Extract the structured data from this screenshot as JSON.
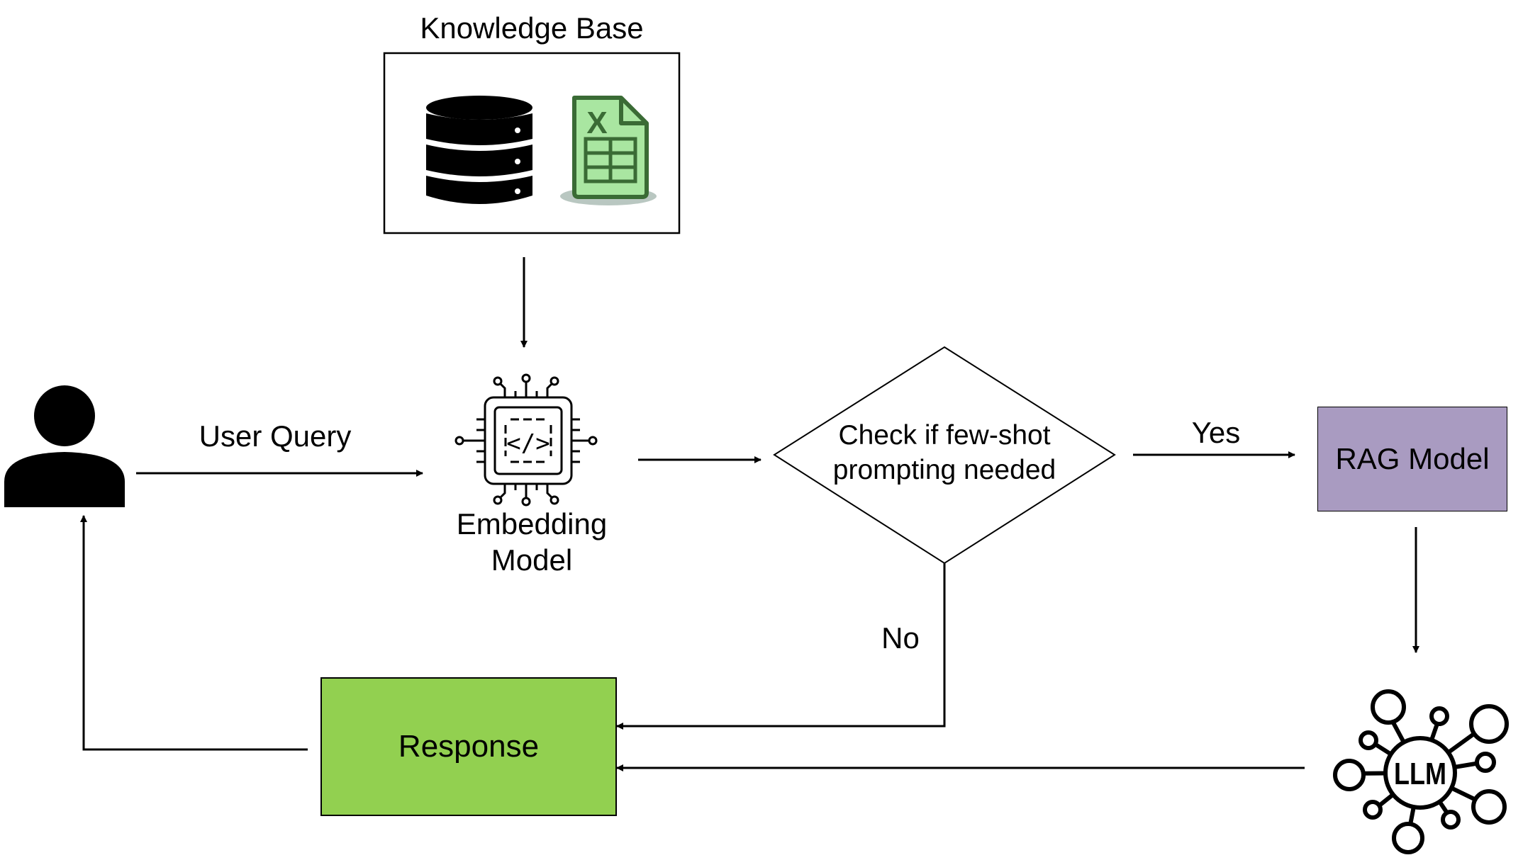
{
  "knowledge_base": {
    "title": "Knowledge Base"
  },
  "user": {
    "query_label": "User Query"
  },
  "embedding": {
    "label_line1": "Embedding",
    "label_line2": "Model"
  },
  "decision": {
    "line1": "Check if few-shot",
    "line2": "prompting needed",
    "yes_label": "Yes",
    "no_label": "No"
  },
  "rag": {
    "label": "RAG Model",
    "fill": "#a99bc1"
  },
  "response": {
    "label": "Response",
    "fill": "#92d050"
  },
  "llm": {
    "label": "LLM"
  },
  "spreadsheet_icon": {
    "glyph": "X",
    "fill": "#a9e6a1",
    "stroke": "#3a6b35"
  }
}
